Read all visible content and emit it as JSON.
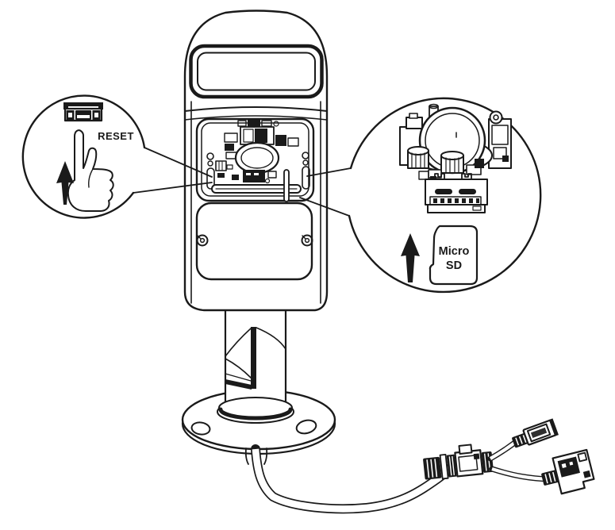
{
  "labels": {
    "reset": "RESET",
    "sd_card_line1": "Micro",
    "sd_card_line2": "SD"
  },
  "colors": {
    "line": "#1a1a1a",
    "background": "#ffffff",
    "label_ink": "#2e2e2e"
  },
  "icons": {
    "left_callout": [
      "reset-button-icon",
      "pointing-hand-icon",
      "up-arrow-icon"
    ],
    "right_callout": [
      "lens-module-illustration",
      "sd-slot-illustration",
      "up-arrow-icon",
      "micro-sd-card-icon"
    ],
    "connectors": [
      "power-connector",
      "ethernet-connector"
    ]
  }
}
